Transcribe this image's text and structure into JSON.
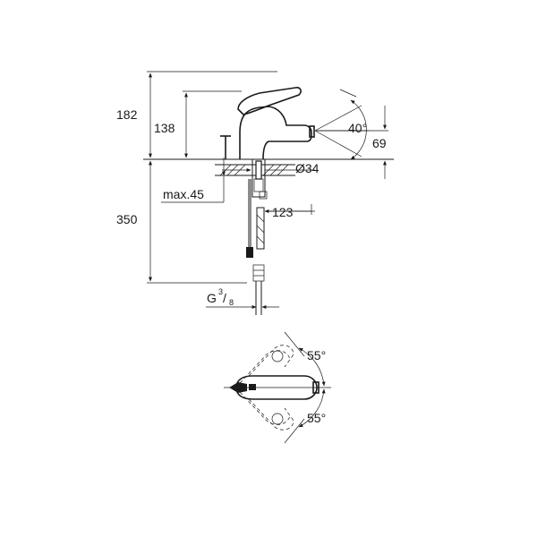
{
  "drawing": {
    "dims": {
      "overall_height": "182",
      "spout_height": "138",
      "spout_angle": "40°",
      "outlet_height": "69",
      "hole_diameter": "Ø34",
      "max_thickness": "max.45",
      "projection": "123",
      "hose_length": "350",
      "connection_g": "G",
      "connection_num": "3",
      "connection_den": "8"
    },
    "plan": {
      "angle_top": "55°",
      "angle_bottom": "55°"
    }
  }
}
